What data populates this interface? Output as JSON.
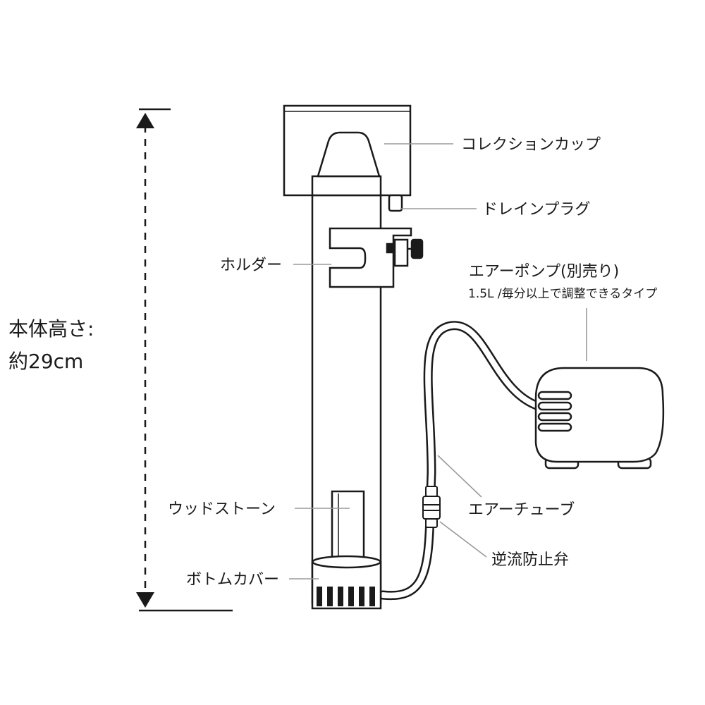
{
  "height_label": {
    "line1": "本体高さ:",
    "line2": "約29cm"
  },
  "labels": {
    "collection_cup": "コレクションカップ",
    "drain_plug": "ドレインプラグ",
    "holder": "ホルダー",
    "air_pump": "エアーポンプ(別売り)",
    "air_pump_note": "1.5L /毎分以上で調整できるタイプ",
    "air_tube": "エアーチューブ",
    "check_valve": "逆流防止弁",
    "wood_stone": "ウッドストーン",
    "bottom_cover": "ボトムカバー"
  },
  "colors": {
    "line": "#1a1a1a",
    "leader": "#9a9a9a",
    "background": "#ffffff"
  }
}
